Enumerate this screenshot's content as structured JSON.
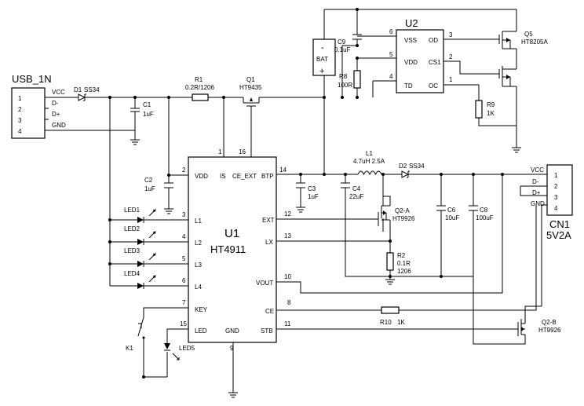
{
  "usb": {
    "name": "USB_1N",
    "pins": [
      "1",
      "2",
      "3",
      "4"
    ],
    "signals": [
      "VCC",
      "D-",
      "D+",
      "GND"
    ]
  },
  "cn1": {
    "name": "CN1",
    "rating": "5V2A",
    "pins": [
      "1",
      "2",
      "3",
      "4"
    ],
    "signals": [
      "VCC",
      "D-",
      "D+",
      "GND"
    ]
  },
  "u1": {
    "name": "U1",
    "part": "HT4911",
    "pins": {
      "vdd": {
        "num": "2",
        "label": "VDD"
      },
      "is": {
        "num": "1",
        "label": "IS"
      },
      "ceext": {
        "num": "16",
        "label": "CE_EXT"
      },
      "btp": {
        "num": "14",
        "label": "BTP"
      },
      "l1": {
        "num": "3",
        "label": "L1"
      },
      "l2": {
        "num": "4",
        "label": "L2"
      },
      "l3": {
        "num": "5",
        "label": "L3"
      },
      "l4": {
        "num": "6",
        "label": "L4"
      },
      "key": {
        "num": "7",
        "label": "KEY"
      },
      "led": {
        "num": "15",
        "label": "LED"
      },
      "gnd": {
        "num": "9",
        "label": "GND"
      },
      "ext": {
        "num": "12",
        "label": "EXT"
      },
      "lx": {
        "num": "13",
        "label": "LX"
      },
      "vout": {
        "num": "10",
        "label": "VOUT"
      },
      "ce": {
        "num": "8",
        "label": "CE"
      },
      "stb": {
        "num": "11",
        "label": "STB"
      }
    }
  },
  "u2": {
    "name": "U2",
    "pins": {
      "vss": {
        "num": "6",
        "label": "VSS"
      },
      "vdd": {
        "num": "5",
        "label": "VDD"
      },
      "td": {
        "num": "4",
        "label": "TD"
      },
      "od": {
        "num": "3",
        "label": "OD"
      },
      "cs1": {
        "num": "2",
        "label": "CS1"
      },
      "oc": {
        "num": "1",
        "label": "OC"
      }
    }
  },
  "parts": {
    "d1": {
      "name": "D1",
      "value": "SS34"
    },
    "c1": {
      "name": "C1",
      "value": "1uF"
    },
    "r1": {
      "name": "R1",
      "value": "0.2R/1206"
    },
    "q1": {
      "name": "Q1",
      "value": "HT9435"
    },
    "c2": {
      "name": "C2",
      "value": "1uF"
    },
    "c9": {
      "name": "C9",
      "value": "0.1uF"
    },
    "bat": {
      "name": "BAT",
      "minus": "-",
      "plus": "+"
    },
    "r8": {
      "name": "R8",
      "value": "100R"
    },
    "q5": {
      "name": "Q5",
      "value": "HT8205A"
    },
    "r9": {
      "name": "R9",
      "value": "1K"
    },
    "l1": {
      "name": "L1",
      "value": "4.7uH 2.5A"
    },
    "d2": {
      "name": "D2",
      "value": "SS34"
    },
    "c3": {
      "name": "C3",
      "value": "1uF"
    },
    "c4": {
      "name": "C4",
      "value": "22uF"
    },
    "q2a": {
      "name": "Q2-A",
      "value": "HT9926"
    },
    "c6": {
      "name": "C6",
      "value": "10uF"
    },
    "c8": {
      "name": "C8",
      "value": "100uF"
    },
    "r2": {
      "name": "R2",
      "value": "0.1R",
      "package": "1206"
    },
    "r10": {
      "name": "R10",
      "value": "1K"
    },
    "q2b": {
      "name": "Q2-B",
      "value": "HT9926"
    },
    "k1": {
      "name": "K1"
    },
    "led1": {
      "name": "LED1"
    },
    "led2": {
      "name": "LED2"
    },
    "led3": {
      "name": "LED3"
    },
    "led4": {
      "name": "LED4"
    },
    "led5": {
      "name": "LED5"
    }
  }
}
